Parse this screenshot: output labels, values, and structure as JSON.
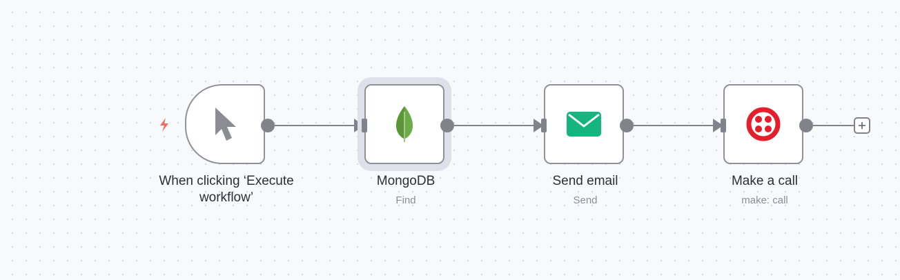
{
  "workflow": {
    "nodes": [
      {
        "id": "trigger",
        "label": "When clicking ‘Execute workflow’",
        "subtitle": "",
        "icon": "cursor-icon"
      },
      {
        "id": "mongodb",
        "label": "MongoDB",
        "subtitle": "Find",
        "icon": "mongodb-leaf-icon"
      },
      {
        "id": "send-email",
        "label": "Send email",
        "subtitle": "Send",
        "icon": "envelope-icon"
      },
      {
        "id": "make-call",
        "label": "Make a call",
        "subtitle": "make: call",
        "icon": "twilio-icon"
      }
    ]
  },
  "colors": {
    "canvas_background": "#f8f9fb",
    "node_border": "#8e9199",
    "connector": "#808389",
    "trigger_bolt": "#f36b5a",
    "mongodb_green": "#589636",
    "email_green": "#16b47f",
    "twilio_red": "#e41e2a",
    "selection_halo": "#dfe1ea"
  }
}
